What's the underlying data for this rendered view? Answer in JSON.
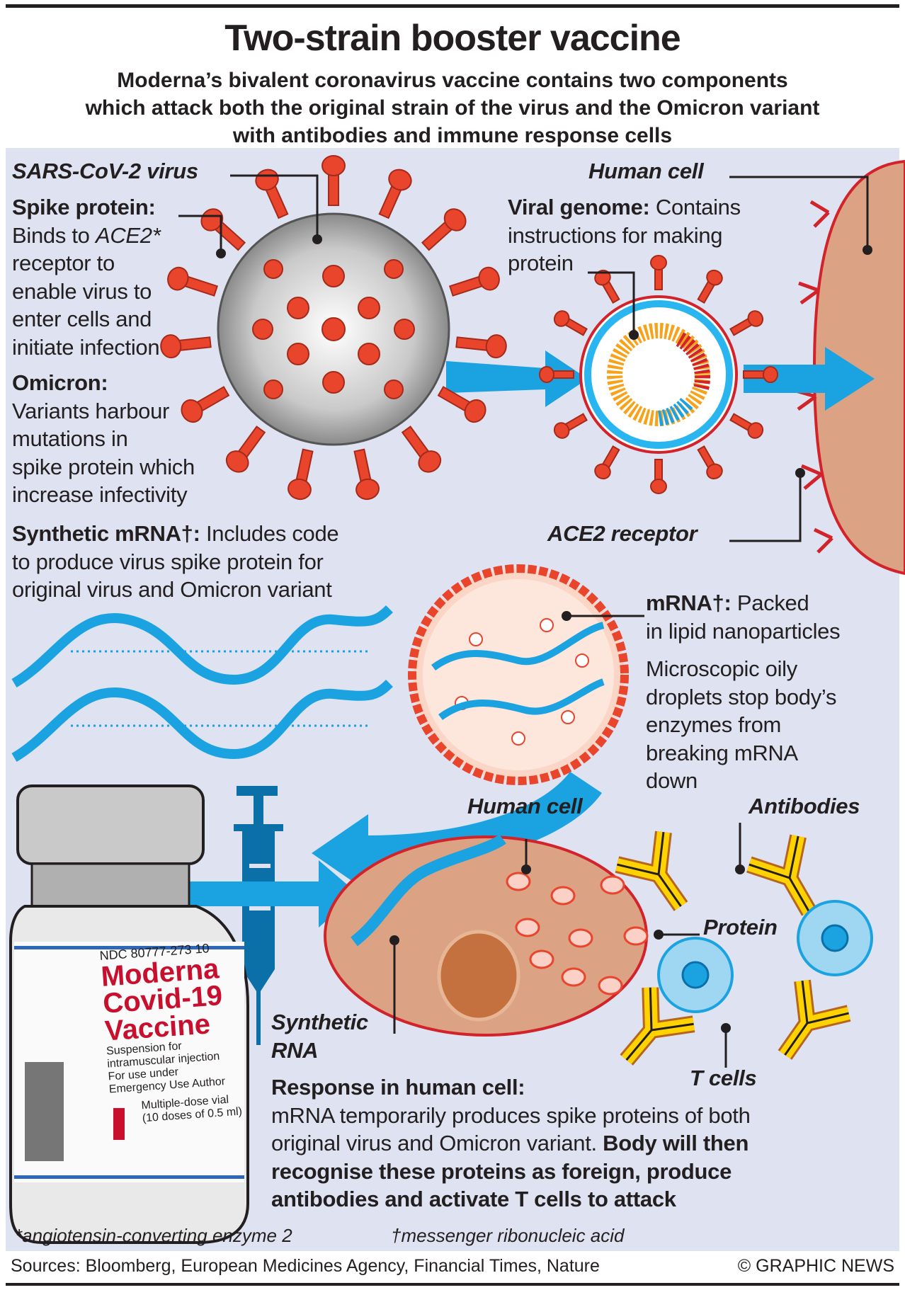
{
  "header": {
    "title": "Two-strain booster vaccine",
    "subtitle_lines": [
      "Moderna’s bivalent coronavirus vaccine contains two components",
      "which attack both the original strain of the virus and the Omicron variant",
      "with antibodies and immune response cells"
    ]
  },
  "labels": {
    "sars": "SARS-CoV-2 virus",
    "human_cell_top": "Human cell",
    "ace2": "ACE2 receptor",
    "human_cell_bottom": "Human cell",
    "antibodies": "Antibodies",
    "protein": "Protein",
    "synthetic_rna": [
      "Synthetic",
      "RNA"
    ],
    "t_cells": "T cells"
  },
  "spike": {
    "heading": "Spike protein:",
    "line1_pre": "Binds to ",
    "line1_em": "ACE2*",
    "lines": [
      "receptor to",
      "enable virus to",
      "enter cells and",
      "initiate infection"
    ]
  },
  "omicron": {
    "heading": "Omicron:",
    "lines": [
      "Variants harbour",
      "mutations in",
      "spike protein which",
      "increase infectivity"
    ]
  },
  "synthetic_mrna": {
    "heading": "Synthetic mRNA†:",
    "rest": " Includes code",
    "lines": [
      "to produce virus spike protein for",
      "original virus and Omicron variant"
    ]
  },
  "viral_genome": {
    "heading": "Viral genome:",
    "rest": " Contains",
    "lines": [
      "instructions for making",
      "protein"
    ]
  },
  "mrna_packed": {
    "heading": "mRNA†:",
    "rest": " Packed",
    "line2": "in lipid nanoparticles",
    "desc": [
      "Microscopic oily",
      "droplets stop body’s",
      "enzymes from",
      "breaking mRNA",
      "down"
    ]
  },
  "response": {
    "heading": "Response in human cell:",
    "line1": "mRNA temporarily produces spike proteins of both",
    "line2_plain": "original virus and Omicron variant. ",
    "line2_bold": "Body will then",
    "line3": "recognise these proteins as foreign, produce",
    "line4": "antibodies and activate T cells to attack"
  },
  "vial": {
    "ndc": "NDC 80777-273 10",
    "brand": [
      "Moderna",
      "Covid-19",
      "Vaccine"
    ],
    "details": [
      "Suspension for",
      "intramuscular injection",
      "For use under",
      "Emergency Use Author"
    ],
    "dose": [
      "Multiple-dose vial",
      "(10 doses of 0.5 ml)"
    ]
  },
  "footnotes": {
    "ace2": "*angiotensin-converting enzyme 2",
    "mrna": "†messenger ribonucleic acid"
  },
  "footer": {
    "sources": "Sources: Bloomberg, European Medicines Agency, Financial Times, Nature",
    "credit": "© GRAPHIC NEWS"
  },
  "colors": {
    "panel": "#dfe2f1",
    "spike_red": "#e8452c",
    "arrow_blue": "#1aa3e0",
    "cell_skin": "#dca284",
    "antibody_yellow": "#ffd200",
    "vial_red": "#c8102e"
  }
}
